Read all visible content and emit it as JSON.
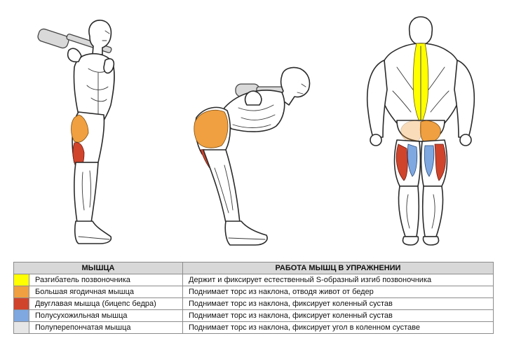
{
  "table": {
    "header": {
      "muscle": "МЫШЦА",
      "work": "РАБОТА МЫШЦ В УПРАЖНЕНИИ"
    },
    "rows": [
      {
        "color": "#ffff00",
        "muscle": "Разгибатель позвоночника",
        "work": "Держит и фиксирует естественный S-образный изгиб позвоночника"
      },
      {
        "color": "#f0a040",
        "muscle": "Большая ягодичная мышца",
        "work": "Поднимает торс из наклона, отводя живот от бедер"
      },
      {
        "color": "#d0442c",
        "muscle": "Двуглавая мышца (бицепс бедра)",
        "work": "Поднимает торс из наклона, фиксирует коленный сустав"
      },
      {
        "color": "#7fa8e0",
        "muscle": "Полусухожильная мышца",
        "work": "Поднимает торс из наклона, фиксирует коленный сустав"
      },
      {
        "color": "#e6e6e6",
        "muscle": "Полуперепончатая мышца",
        "work": "Поднимает торс из наклона, фиксирует угол в коленном суставе"
      }
    ]
  }
}
